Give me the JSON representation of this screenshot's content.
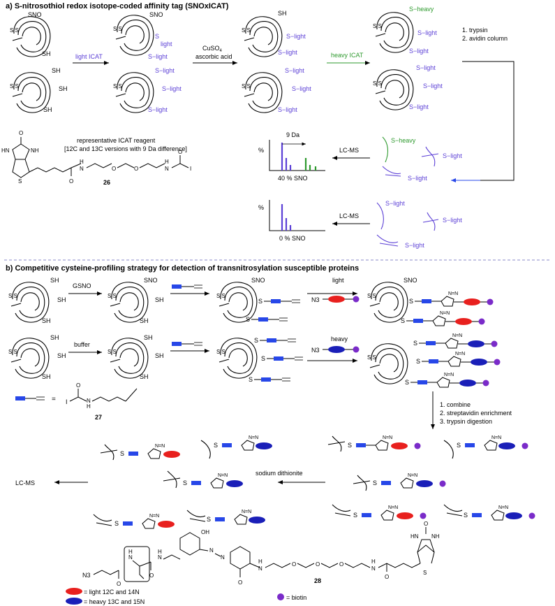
{
  "panel_a": {
    "title": "a) S-nitrosothiol redox isotope-coded affinity tag (SNOxICAT)",
    "step_light_icat": "light ICAT",
    "step_cuso4": "CuSO",
    "step_cuso4_sub": "4",
    "step_ascorbic": "ascorbic acid",
    "step_heavy_icat": "heavy ICAT",
    "step_trypsin": "1. trypsin",
    "step_avidin": "2. avidin column",
    "label_sno": "SNO",
    "label_sh": "SH",
    "label_s_light": "S−light",
    "label_s_heavy": "S−heavy",
    "label_s": "S",
    "label_light": "light",
    "label_ss": "S S",
    "compound_26": "26",
    "reagent_caption_1": "representative ICAT reagent",
    "reagent_caption_2": "[12C and 13C versions with 9 Da difference]",
    "lcms": "LC-MS",
    "ms_percent": "%",
    "ms_9da": "9 Da",
    "ms_40": "40 % SNO",
    "ms_0": "0 % SNO"
  },
  "panel_b": {
    "title": "b) Competitive cysteine-profiling strategy for detection of transnitrosylation susceptible proteins",
    "step_gsno": "GSNO",
    "step_buffer": "buffer",
    "step_light": "light",
    "step_heavy": "heavy",
    "azide": "N3",
    "equals": "=",
    "compound_27": "27",
    "compound_28": "28",
    "step_combine": "1. combine",
    "step_strep": "2. streptavidin enrichment",
    "step_tryp": "3. trypsin digestion",
    "step_dithionite": "sodium dithionite",
    "lcms": "LC-MS",
    "legend_light": "= light 12C and 14N",
    "legend_heavy": "= heavy 13C and 15N",
    "legend_biotin": "= biotin",
    "atom_oh": "OH",
    "atom_n": "N",
    "atom_h": "H",
    "atom_o": "O",
    "atom_i": "I",
    "atom_s": "S",
    "atom_hn": "HN",
    "atom_nh": "NH",
    "triazole_n": "N=N"
  },
  "colors": {
    "light_tag": "#5b3fd6",
    "heavy_tag": "#2e9a2e",
    "alkyne_block": "#2747e8",
    "red_tag": "#e8201e",
    "blue_tag": "#1a1fb8",
    "biotin": "#7a2bc9",
    "divider": "#8a8ac8"
  }
}
